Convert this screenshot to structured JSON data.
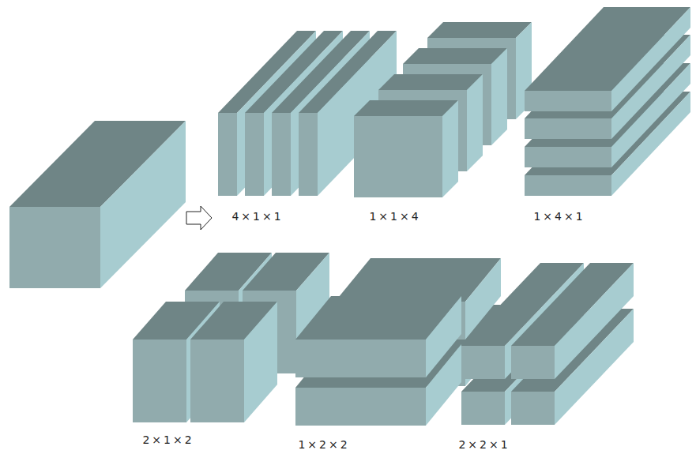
{
  "diagram": {
    "labels": [
      "4×1×1",
      "1×1×4",
      "1×4×1",
      "2×1×2",
      "1×2×2",
      "2×2×1"
    ]
  }
}
